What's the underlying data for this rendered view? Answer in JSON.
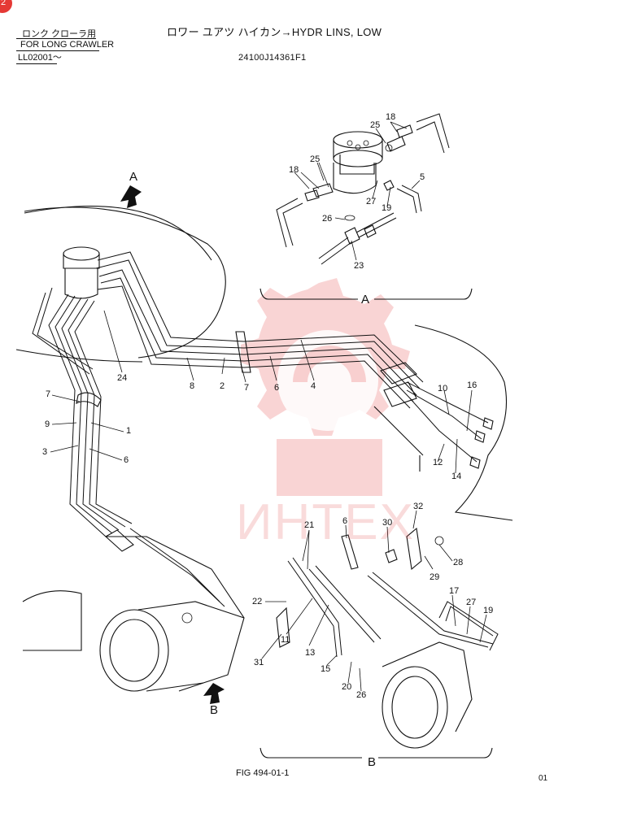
{
  "badge": {
    "text": "2",
    "color": "#e53935"
  },
  "header": {
    "line1": "ロンク クローラ用",
    "line2": "FOR LONG CRAWLER",
    "line3": "LL02001～",
    "title": "ロワー ユアツ ハイカン→HYDR LINS, LOW",
    "part_code": "24100J14361F1"
  },
  "watermark": {
    "text": "ИНТЕХ",
    "color": "#e23b3b"
  },
  "views": {
    "a_arrow": "A",
    "b_arrow": "B",
    "a_label": "A",
    "b_label": "B"
  },
  "callouts": {
    "main": [
      "24",
      "7",
      "9",
      "1",
      "3",
      "6",
      "8",
      "2",
      "7",
      "6",
      "4",
      "10",
      "16",
      "12",
      "14"
    ],
    "detail_a": [
      "18",
      "25",
      "25",
      "18",
      "5",
      "27",
      "19",
      "26",
      "23"
    ],
    "detail_b": [
      "6",
      "32",
      "30",
      "21",
      "28",
      "29",
      "22",
      "17",
      "27",
      "19",
      "11",
      "31",
      "13",
      "15",
      "20",
      "26"
    ]
  },
  "footer": {
    "fig": "FIG 494-01-1",
    "page": "01"
  }
}
